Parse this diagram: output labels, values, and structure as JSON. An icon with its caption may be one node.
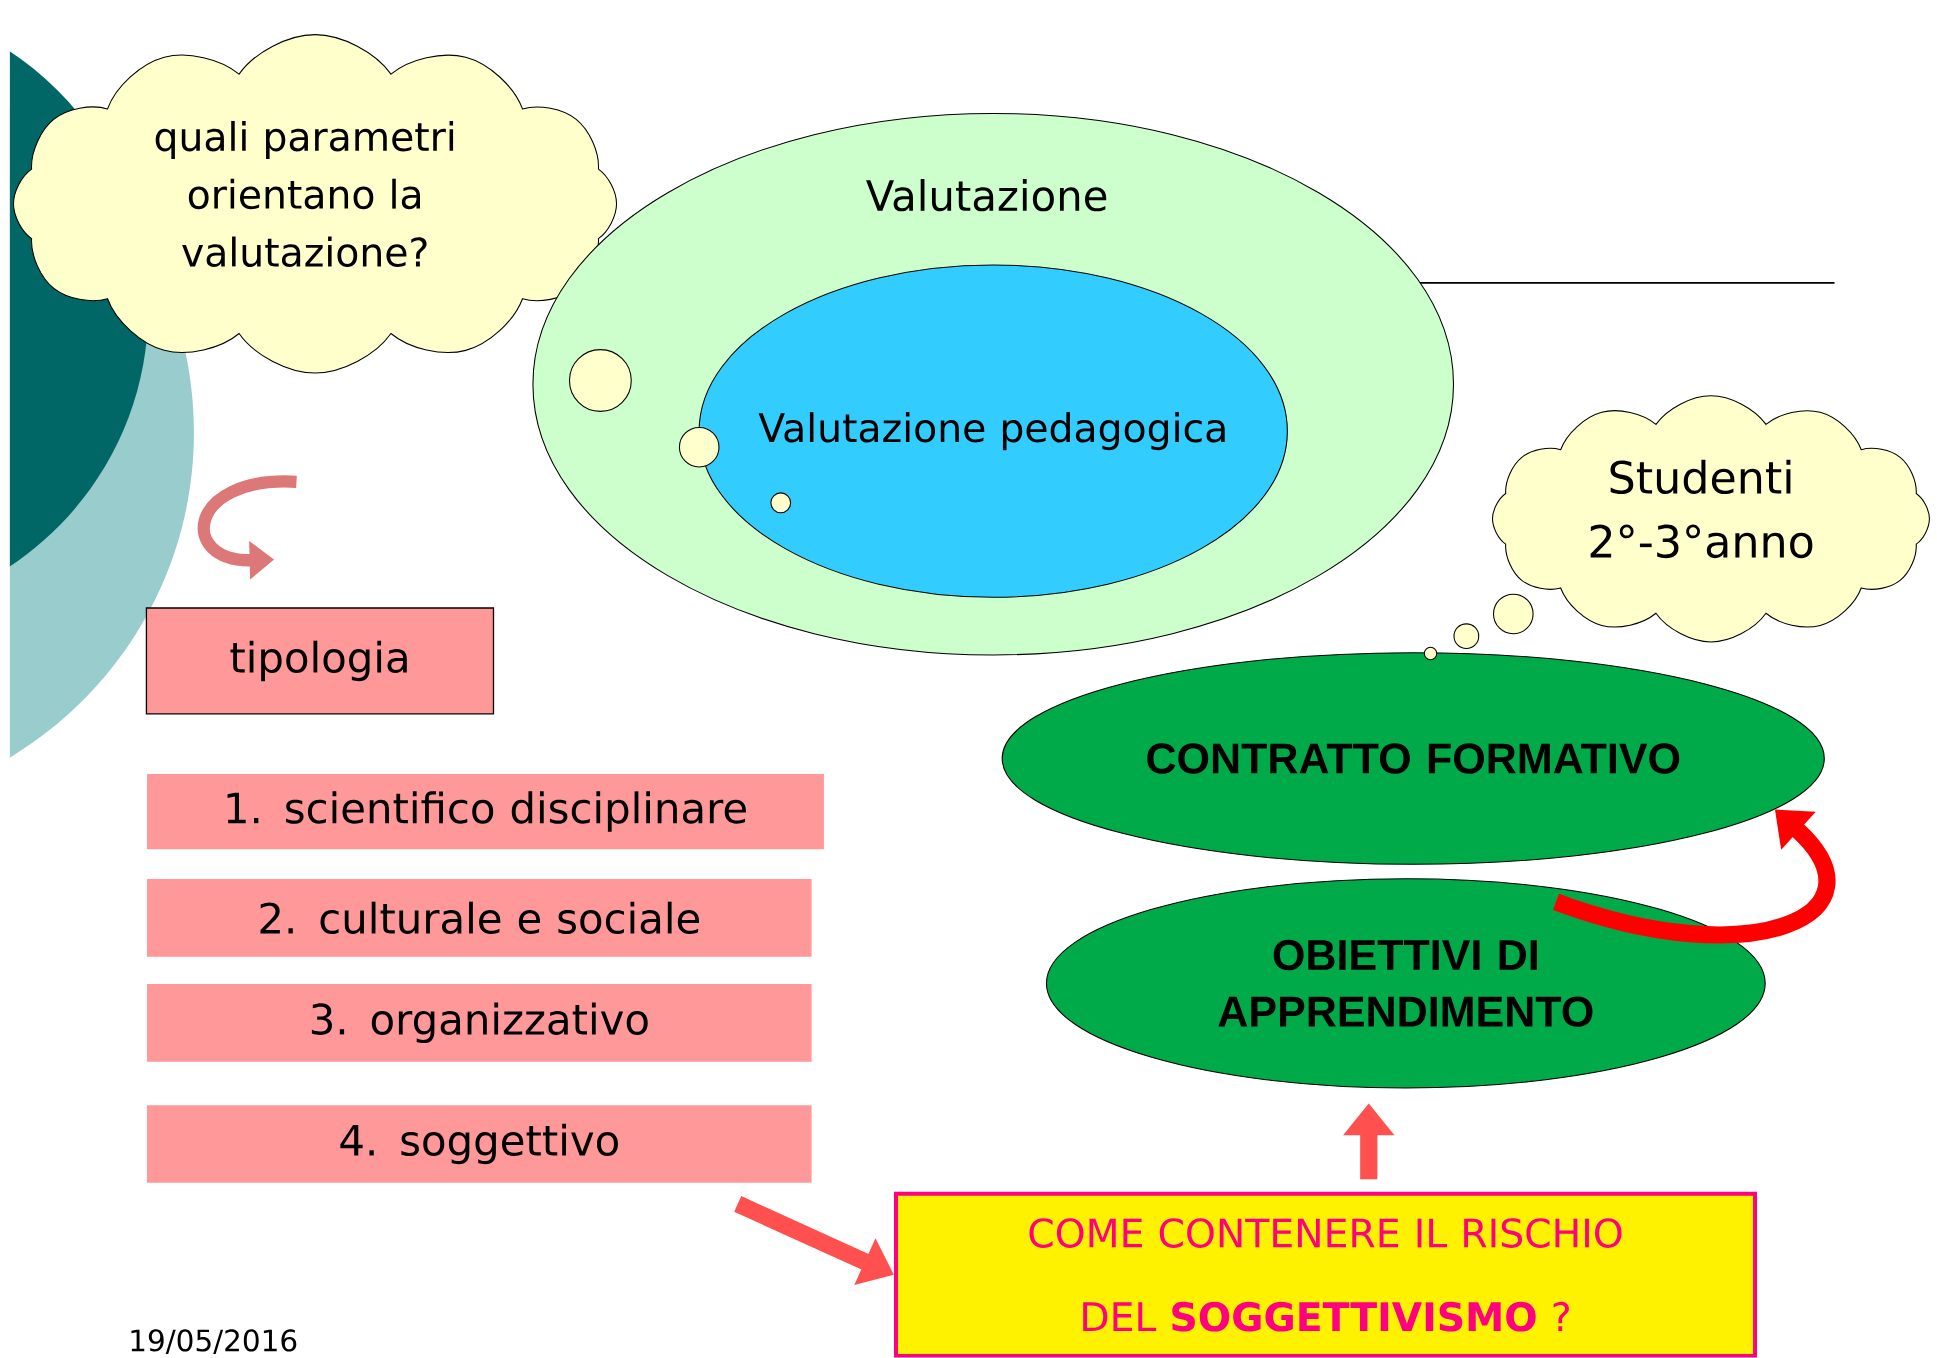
{
  "diagram": {
    "nodes": [
      {
        "text": [
          "quali parametri orientano la valutazione?"
        ]
      },
      {
        "text": [
          "Valutazione"
        ]
      },
      {
        "text": [
          "Valutazione pedagogica"
        ],
        "in": 1
      },
      {
        "text": [
          "Studenti 2°-3°anno"
        ]
      },
      {
        "text": [
          "tipologia"
        ]
      },
      {
        "text": [
          "1. scientifico disciplinare"
        ]
      },
      {
        "text": [
          "2. culturale e sociale"
        ]
      },
      {
        "text": [
          "3. organizzativo"
        ]
      },
      {
        "text": [
          "4. soggettivo"
        ]
      },
      {
        "text": [
          "CONTRATTO FORMATIVO"
        ]
      },
      {
        "text": [
          "OBIETTIVI DI APPRENDIMENTO"
        ]
      },
      {
        "text": [
          "COME CONTENERE IL RISCHIO DEL **SOGGETTIVISMO** ?"
        ]
      }
    ],
    "edges": [
      {
        "from": 8,
        "to": 11,
        "arrow": "to"
      },
      {
        "from": 11,
        "to": 10,
        "arrow": "to"
      },
      {
        "from": 10,
        "to": 9,
        "arrow": "to",
        "color": "#ff0000"
      }
    ],
    "labels": [
      "19/05/2016"
    ]
  }
}
